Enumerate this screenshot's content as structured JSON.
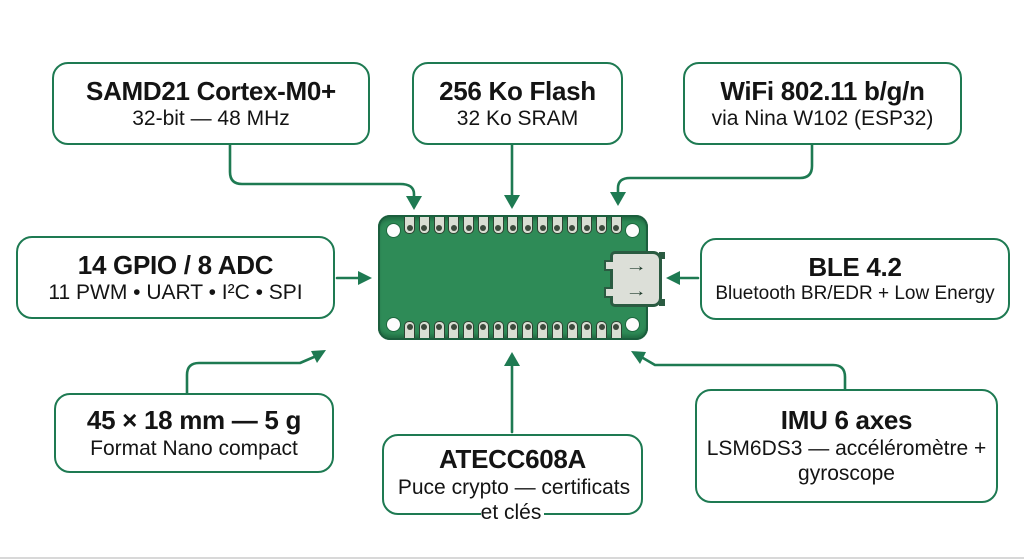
{
  "callouts": {
    "cpu": {
      "title": "SAMD21 Cortex-M0+",
      "subtitle": "32-bit — 48 MHz"
    },
    "memory": {
      "title": "256 Ko Flash",
      "subtitle": "32 Ko SRAM"
    },
    "wifi": {
      "title": "WiFi 802.11 b/g/n",
      "subtitle": "via Nina W102 (ESP32)"
    },
    "io": {
      "title": "14 GPIO / 8 ADC",
      "subtitle": "11 PWM • UART • I²C • SPI"
    },
    "ble": {
      "title": "BLE 4.2",
      "subtitle": "Bluetooth BR/EDR + Low Energy"
    },
    "size": {
      "title": "45 × 18 mm — 5 g",
      "subtitle": "Format Nano compact"
    },
    "crypto": {
      "title": "ATECC608A",
      "subtitle": "Puce crypto — certificats et clés"
    },
    "imu": {
      "title": "IMU 6 axes",
      "subtitle": "LSM6DS3 — accéléromètre + gyroscope"
    }
  },
  "board": {
    "pins_per_row": 15,
    "corner_holes": 4,
    "usb_arrow_glyph": "→"
  },
  "colors": {
    "accent": "#1e7a52",
    "pcb": "#2e8b57",
    "pcb-dark": "#1b5e3d",
    "pad": "#d9ded3",
    "ink": "#141414"
  }
}
